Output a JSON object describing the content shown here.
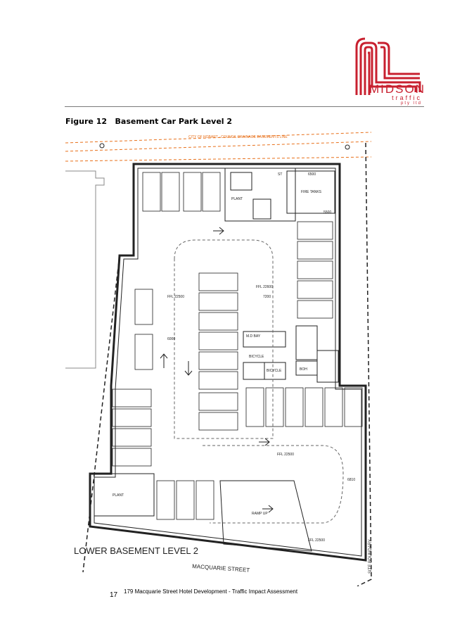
{
  "brand": {
    "name": "MIDSON",
    "sub": "traffic",
    "sub2": "pty ltd",
    "color": "#c8202f"
  },
  "figure": {
    "number": "Figure 12",
    "title": "Basement Car Park Level 2"
  },
  "plan": {
    "easement_label": "CITY OF HOBART - COUNCIL DRAINAGE EASEMENTS LINE",
    "level_title": "LOWER BASEMENT LEVEL 2",
    "street": "MACQUARIE STREET",
    "boundary": "SITE BOUNDARY",
    "rooms": {
      "plant_top": "PLANT",
      "plant_bottom": "PLANT",
      "fire_tanks": "FIRE TANKS",
      "st": "ST",
      "bicycle_1": "BICYCLE",
      "bicycle_2": "BICYCLE",
      "boh": "BOH",
      "md_bay": "M.D BAY",
      "ramp": "RAMP UP"
    },
    "levels": {
      "ffl_1": "FFL 22500",
      "ffl_2": "FFL 22600",
      "ffl_3": "FFL 22500",
      "ffl_4": "FFL 22500"
    },
    "dims": {
      "d_6500": "6500",
      "d_5500": "5500",
      "d_6000": "6000",
      "d_7200": "7200",
      "d_6810": "6810"
    },
    "line_color": "#222222",
    "easement_color": "#e8701a"
  },
  "footer": {
    "page_number": "17",
    "text": "179 Macquarie Street Hotel Development - Traffic Impact Assessment"
  }
}
